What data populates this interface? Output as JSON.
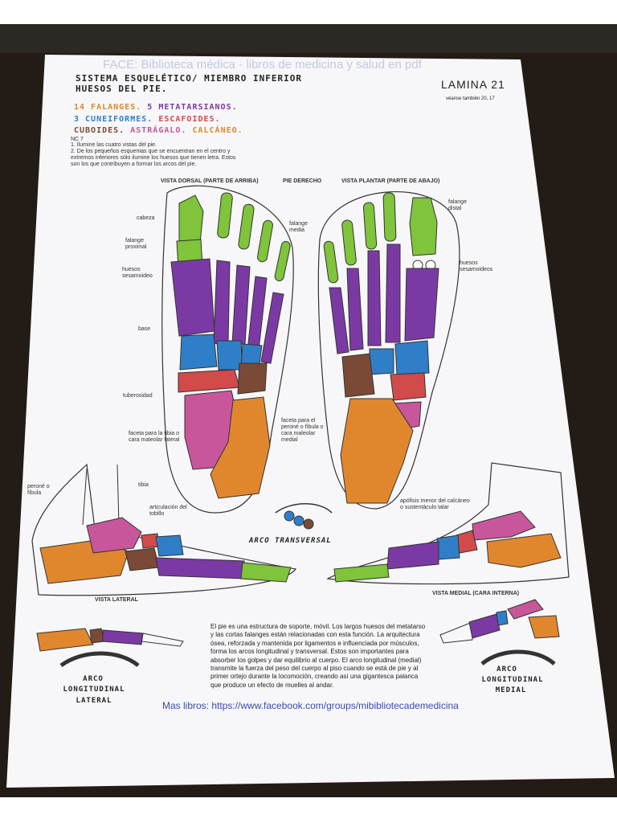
{
  "watermark": "FACE: Biblioteca médica - libros de medicina y salud en pdf",
  "header": {
    "title_line1": "SISTEMA ESQUELÉTICO/ MIEMBRO INFERIOR",
    "title_line2": "HUESOS DEL PIE.",
    "plate": "LAMINA 21",
    "see_also": "véanse también 20, 17"
  },
  "legend": {
    "line1_a": "14 FALANGES.",
    "line1_b": "5 METATARSIANOS.",
    "line2_a": "3 CUNEIFORMES.",
    "line2_b": "ESCAFOIDES.",
    "line3_a": "CUBOIDES.",
    "line3_b": "ASTRÁGALO.",
    "line3_c": "CALCÁNEO."
  },
  "instructions": {
    "nc": "NC 7",
    "step1": "1. Ilumine las cuatro vistas del pie.",
    "step2": "2. De los pequeños esquemas que se encuentran en el centro y extremos inferiores sólo ilumine los huesos que tienen letra. Estos son los que contribuyen a formar los arcos del pie."
  },
  "views": {
    "dorsal": "VISTA DORSAL (PARTE DE ARRIBA)",
    "right_foot": "PIE DERECHO",
    "plantar": "VISTA PLANTAR (PARTE DE ABAJO)",
    "lateral": "VISTA LATERAL",
    "medial": "VISTA MEDIAL (CARA INTERNA)"
  },
  "labels": {
    "cabeza": "cabeza",
    "falange_proximal": "falange proximal",
    "huesos_sesamoideo": "huesos sesamoideo",
    "base": "base",
    "tuberosidad": "tuberosidad",
    "faceta_tibia": "faceta para la tibia o cara maleolar lateral",
    "faceta_perone": "faceta para el peroné o fíbula o cara maleolar medial",
    "falange_media": "falange media",
    "falange_distal": "falange distal",
    "huesos_sesamoideos": "huesos sesamoideos",
    "perone": "peroné o fíbula",
    "tibia": "tibia",
    "articulacion": "articulación del tobillo",
    "apofisis": "apófisis menor del calcáneo o sustentáculo talar"
  },
  "arches": {
    "transversal": "ARCO TRANSVERSAL",
    "long_lateral_1": "ARCO",
    "long_lateral_2": "LONGITUDINAL",
    "long_lateral_3": "LATERAL",
    "long_medial_1": "ARCO",
    "long_medial_2": "LONGITUDINAL",
    "long_medial_3": "MEDIAL"
  },
  "paragraph": "El pie es una estructura de soporte, móvil. Los largos huesos del metatarso y las cortas falanges están relacionadas con esta función. La arquitectura ósea, reforzada y mantenida por ligamentos e influenciada por músculos, forma los arcos longitudinal y transversal. Estos son importantes para absorber los golpes y dar equilibrio al cuerpo. El arco longitudinal (medial) transmite la fuerza del peso del cuerpo al piso cuando se está de pie y al primer ortejo durante la locomoción, creando así una gigantesca palanca que produce un efecto de muelles al andar.",
  "link": "Mas libros: https://www.facebook.com/groups/mibibliotecademedicina",
  "colors": {
    "phalanges": "#7fc43a",
    "metatarsals": "#7b3aa3",
    "cuneiforms": "#2f7fc8",
    "navicular": "#d34a4a",
    "cuboid": "#7a4a36",
    "talus": "#c8569a",
    "calcaneus": "#e0872e"
  }
}
